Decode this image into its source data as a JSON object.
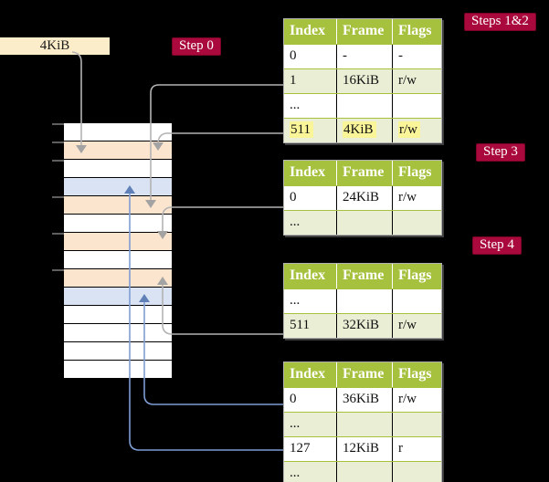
{
  "colors": {
    "background": "#000000",
    "badge_red": "#a9093c",
    "table_header_green": "#a6c13d",
    "row_pale_green": "#e9eed5",
    "frame_peach": "#fce5cf",
    "frame_blue": "#dae3f3",
    "highlight_yellow": "#faf599",
    "box_cream": "#fcedca",
    "line_gray": "#b3b3b3",
    "line_blue": "#7e9cd4"
  },
  "page_size_box": {
    "label": "4KiB"
  },
  "step_badges": {
    "step0": "Step 0",
    "steps12": "Steps 1&2",
    "step3": "Step 3",
    "step4": "Step 4"
  },
  "memory_stack": {
    "rows": [
      "white",
      "peach",
      "white",
      "blue",
      "peach",
      "white",
      "peach",
      "white",
      "peach",
      "blue",
      "white",
      "white",
      "white",
      "white"
    ],
    "tick_boundaries": [
      0,
      1,
      2,
      4,
      6,
      8
    ]
  },
  "tables": [
    {
      "name": "page-table-steps-1-2",
      "headers": [
        "Index",
        "Frame",
        "Flags"
      ],
      "rows": [
        {
          "cells": [
            "0",
            "-",
            "-"
          ],
          "highlight": false
        },
        {
          "cells": [
            "1",
            "16KiB",
            "r/w"
          ],
          "highlight": false
        },
        {
          "cells": [
            "...",
            "",
            ""
          ],
          "highlight": false
        },
        {
          "cells": [
            "511",
            "4KiB",
            "r/w"
          ],
          "highlight": true
        }
      ]
    },
    {
      "name": "page-table-step-3",
      "headers": [
        "Index",
        "Frame",
        "Flags"
      ],
      "rows": [
        {
          "cells": [
            "0",
            "24KiB",
            "r/w"
          ],
          "highlight": false
        },
        {
          "cells": [
            "...",
            "",
            ""
          ],
          "highlight": false
        }
      ]
    },
    {
      "name": "page-table-step-4",
      "headers": [
        "Index",
        "Frame",
        "Flags"
      ],
      "rows": [
        {
          "cells": [
            "...",
            "",
            ""
          ],
          "highlight": false
        },
        {
          "cells": [
            "511",
            "32KiB",
            "r/w"
          ],
          "highlight": false
        }
      ]
    },
    {
      "name": "page-table-bottom",
      "headers": [
        "Index",
        "Frame",
        "Flags"
      ],
      "rows": [
        {
          "cells": [
            "0",
            "36KiB",
            "r/w"
          ],
          "highlight": false
        },
        {
          "cells": [
            "...",
            "",
            ""
          ],
          "highlight": false
        },
        {
          "cells": [
            "127",
            "12KiB",
            "r"
          ],
          "highlight": false
        },
        {
          "cells": [
            "...",
            "",
            ""
          ],
          "highlight": false
        }
      ]
    }
  ]
}
